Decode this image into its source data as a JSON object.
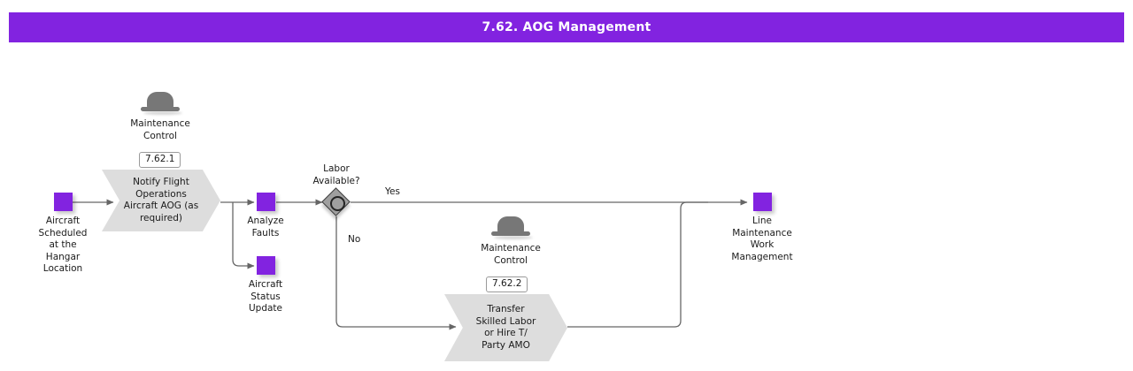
{
  "header": {
    "title": "7.62. AOG Management",
    "bar_color": "#8223e0",
    "text_color": "#ffffff"
  },
  "theme": {
    "event_color": "#8223e0",
    "activity_fill": "#dddddd",
    "gateway_fill": "#9f9f9f",
    "gateway_stroke": "#3d3d3d",
    "edge_color": "#666666",
    "role_icon_color": "#777777"
  },
  "diagram": {
    "type": "process-flow",
    "roles": [
      {
        "id": "role1",
        "icon": "bowler-hat-icon",
        "name": "Maintenance\nControl"
      },
      {
        "id": "role2",
        "icon": "bowler-hat-icon",
        "name": "Maintenance\nControl"
      }
    ],
    "events": [
      {
        "id": "start",
        "label": "Aircraft\nScheduled\nat the\nHangar\nLocation"
      },
      {
        "id": "analyze",
        "label": "Analyze\nFaults"
      },
      {
        "id": "status",
        "label": "Aircraft\nStatus\nUpdate"
      },
      {
        "id": "end",
        "label": "Line\nMaintenance\nWork\nManagement"
      }
    ],
    "activities": [
      {
        "id": "act1",
        "number": "7.62.1",
        "label": "Notify Flight\nOperations\nAircraft AOG (as\nrequired)"
      },
      {
        "id": "act2",
        "number": "7.62.2",
        "label": "Transfer\nSkilled Labor\nor Hire T/\nParty AMO"
      }
    ],
    "gateways": [
      {
        "id": "gw1",
        "label": "Labor\nAvailable?",
        "kind": "event-based-gateway"
      }
    ],
    "edge_labels": [
      {
        "id": "yes",
        "text": "Yes"
      },
      {
        "id": "no",
        "text": "No"
      }
    ]
  }
}
